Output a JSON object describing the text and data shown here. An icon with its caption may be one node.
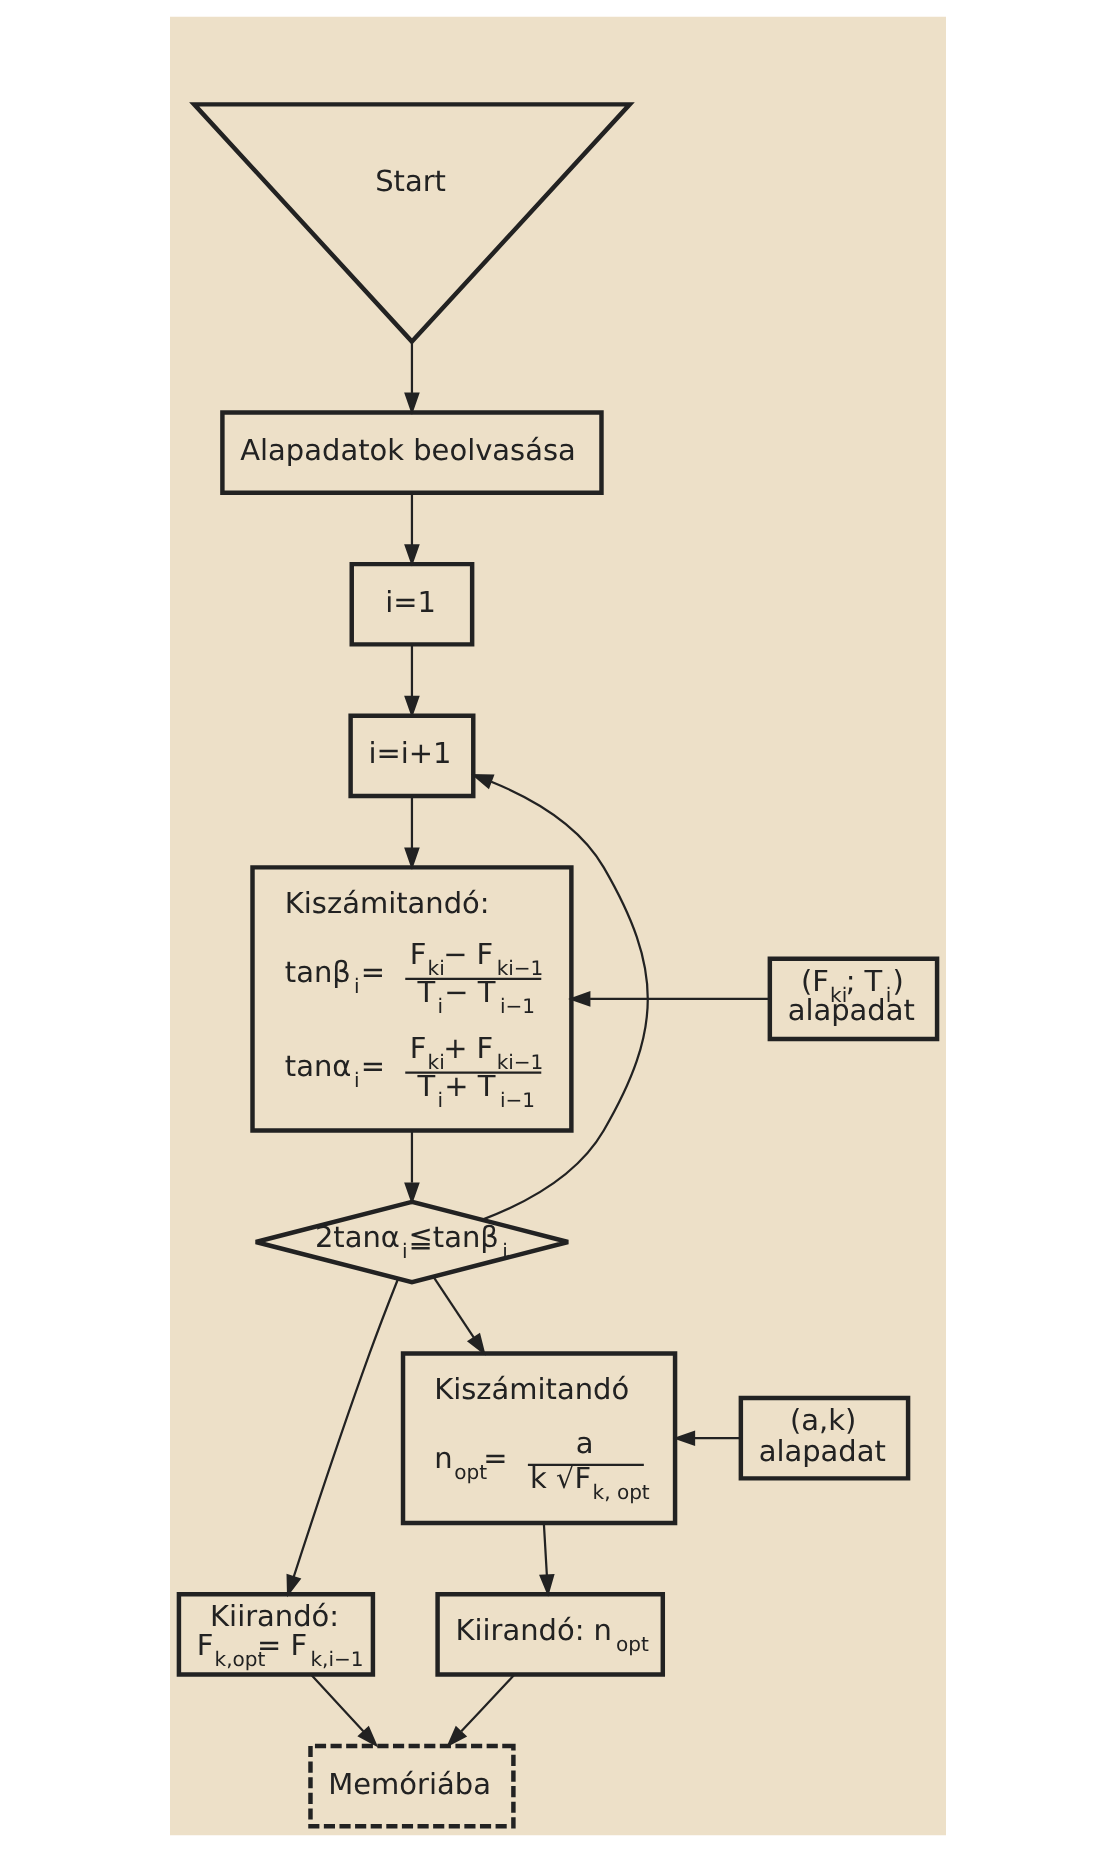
{
  "diagram": {
    "nodes": [
      {
        "text": [
          "Start"
        ]
      },
      {
        "text": [
          "Alapadatok beolvasása"
        ]
      },
      {
        "text": [
          "i=1"
        ]
      },
      {
        "text": [
          "i=i+1"
        ]
      },
      {
        "text": [
          "Kiszámitandó:",
          "tanβ$_{i}$=",
          "F$_{ki}$− F$_{ki−1}$",
          "T$_{i}$− T$_{i−1}$",
          "tanα$_{i}$=",
          "F$_{ki}$+ F$_{ki−1}$",
          "T$_{i}$+ T$_{i−1}$"
        ]
      },
      {
        "text": [
          "(F$_{ki}$; T$_{i}$)",
          "alapadat"
        ]
      },
      {
        "text": [
          "2tanα$_{i}$≦tanβ$_{i}$"
        ]
      },
      {
        "text": [
          "Kiirandó:",
          "F$_{k,opt}$= F$_{k,i−1}$"
        ]
      },
      {
        "text": [
          "Kiszámitandó",
          "n$_{opt}$=",
          "a",
          "k √F$_{k, opt}$"
        ]
      },
      {
        "text": [
          "(a,k)",
          "alapadat"
        ]
      },
      {
        "text": [
          "Kiirandó: n$_{opt}$"
        ]
      },
      {
        "text": [
          "Memóriába"
        ]
      }
    ],
    "edges": [
      {
        "from": 0,
        "to": 1,
        "arrow": "to"
      },
      {
        "from": 1,
        "to": 2,
        "arrow": "to"
      },
      {
        "from": 2,
        "to": 3,
        "arrow": "to"
      },
      {
        "from": 3,
        "to": 4,
        "arrow": "to"
      },
      {
        "from": 5,
        "to": 4,
        "arrow": "to"
      },
      {
        "from": 4,
        "to": 6,
        "arrow": "to"
      },
      {
        "from": 6,
        "to": 3,
        "arrow": "to"
      },
      {
        "from": 6,
        "to": 7,
        "arrow": "to"
      },
      {
        "from": 6,
        "to": 8,
        "arrow": "to"
      },
      {
        "from": 9,
        "to": 8,
        "arrow": "to"
      },
      {
        "from": 8,
        "to": 10,
        "arrow": "to"
      },
      {
        "from": 7,
        "to": 11,
        "arrow": "to"
      },
      {
        "from": 10,
        "to": 11,
        "arrow": "to"
      }
    ]
  }
}
